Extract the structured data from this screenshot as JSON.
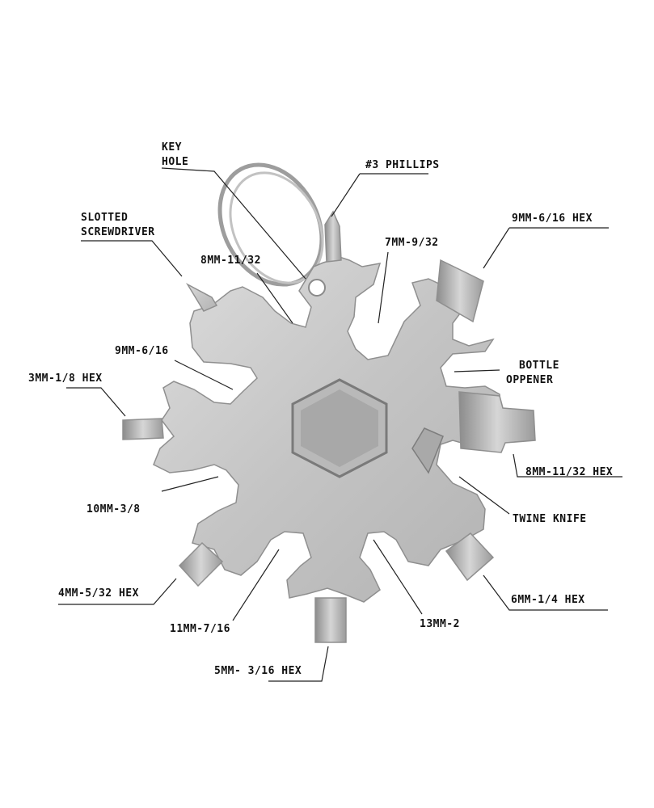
{
  "labels": {
    "key_hole_1": "KEY",
    "key_hole_2": "HOLE",
    "phillips": "#3 PHILLIPS",
    "hex_9mm_6_16": "9MM-6/16 HEX",
    "slotted_1": "SLOTTED",
    "slotted_2": "SCREWDRIVER",
    "w8mm_11_32": "8MM-11/32",
    "w7mm_9_32": "7MM-9/32",
    "w9mm_6_16": "9MM-6/16",
    "hex_3mm_1_8": "3MM-1/8 HEX",
    "bottle_1": "BOTTLE",
    "bottle_2": "OPPENER",
    "hex_8mm_11_32": "8MM-11/32 HEX",
    "w10mm_3_8": "10MM-3/8",
    "twine_knife": "TWINE KNIFE",
    "hex_4mm_5_32": "4MM-5/32 HEX",
    "hex_6mm_1_4": "6MM-1/4 HEX",
    "w11mm_7_16": "11MM-7/16",
    "w13mm_2": "13MM-2",
    "hex_5mm_3_16": "5MM- 3/16 HEX"
  },
  "colors": {
    "metal": "#c9c9c9",
    "metal_dark": "#9a9a9a",
    "metal_light": "#e6e6e6",
    "leader": "#222222"
  }
}
